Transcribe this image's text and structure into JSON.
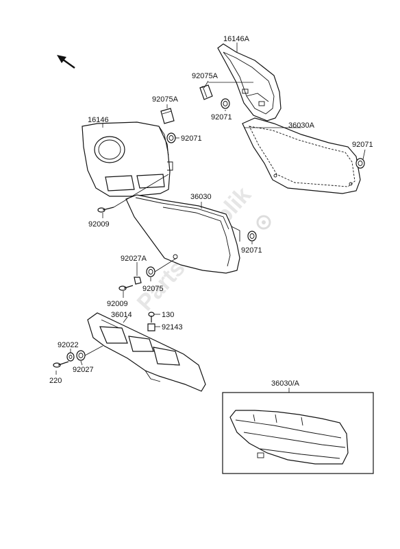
{
  "watermark": "PartsRepublik",
  "labels": {
    "p16146A": "16146A",
    "p92075A_top": "92075A",
    "p92071_top": "92071",
    "p36030A": "36030A",
    "p92071_right": "92071",
    "p92075A_left": "92075A",
    "p16146": "16146",
    "p92071_left": "92071",
    "p92009_a": "92009",
    "p36030": "36030",
    "p92071_mid": "92071",
    "p92027A": "92027A",
    "p92075": "92075",
    "p92009_b": "92009",
    "p36014": "36014",
    "p130": "130",
    "p92143": "92143",
    "p92022": "92022",
    "p92027": "92027",
    "p220": "220",
    "inset_title": "36030/A"
  }
}
